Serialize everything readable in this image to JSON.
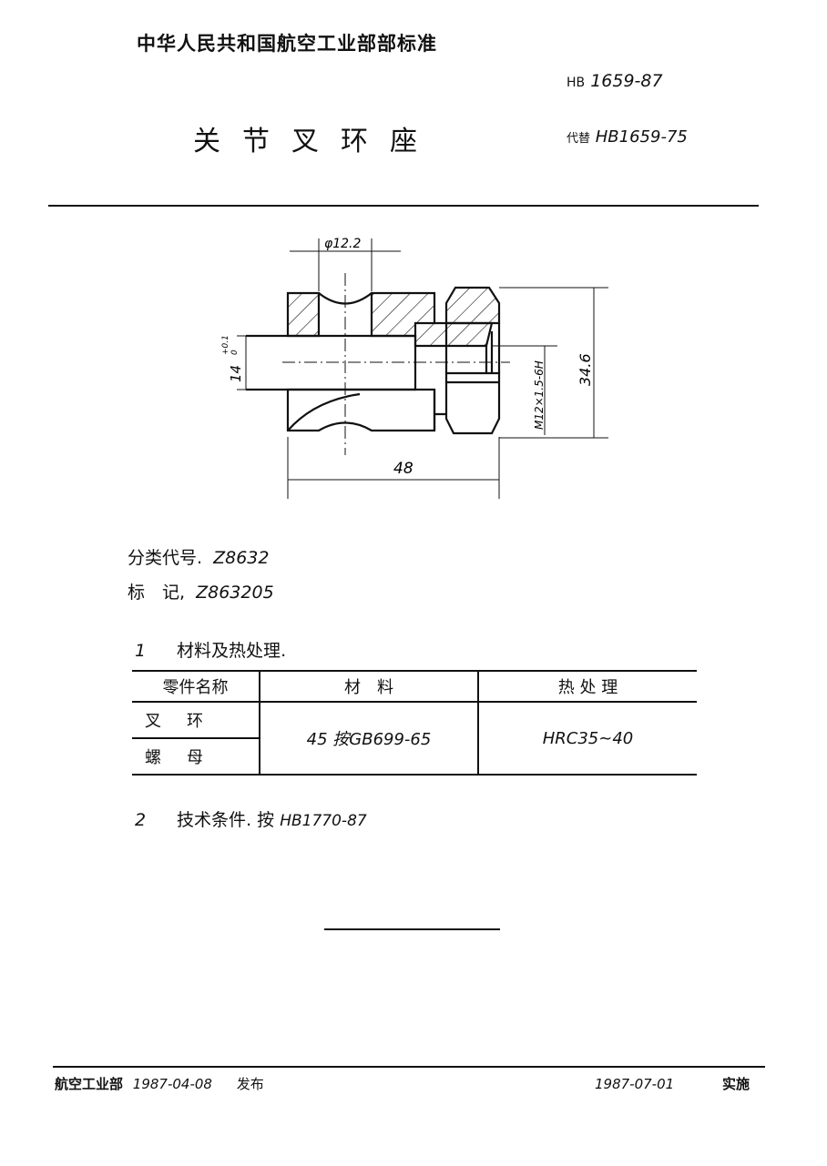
{
  "header": {
    "organization_standard": "中华人民共和国航空工业部部标准",
    "standard_prefix": "HB",
    "standard_number": "1659-87",
    "title": "关节叉环座",
    "replaces_label": "代替",
    "replaces_number": "HB1659-75"
  },
  "drawing": {
    "dim_hole_diameter": "φ12.2",
    "dim_bore": "14",
    "dim_bore_tol_upper": "+0.1",
    "dim_bore_tol_lower": "0",
    "dim_thread": "M12×1.5-6H",
    "dim_height": "34.6",
    "dim_length": "48"
  },
  "classification": {
    "code_label": "分类代号",
    "code_value": "Z8632",
    "mark_label": "标　记",
    "mark_value": "Z863205"
  },
  "section1": {
    "number": "1",
    "title": "材料及热处理",
    "table": {
      "headers": [
        "零件名称",
        "材　料",
        "热 处 理"
      ],
      "rows": [
        {
          "part": "叉环"
        },
        {
          "part": "螺母"
        }
      ],
      "material": "45 按GB699-65",
      "heat_treatment": "HRC35~40"
    }
  },
  "section2": {
    "number": "2",
    "title": "技术条件",
    "per": "按",
    "standard": "HB1770-87"
  },
  "footer": {
    "issuer": "航空工业部",
    "issue_date": "1987-04-08",
    "issue_label": "发布",
    "effective_date": "1987-07-01",
    "effective_label": "实施"
  }
}
